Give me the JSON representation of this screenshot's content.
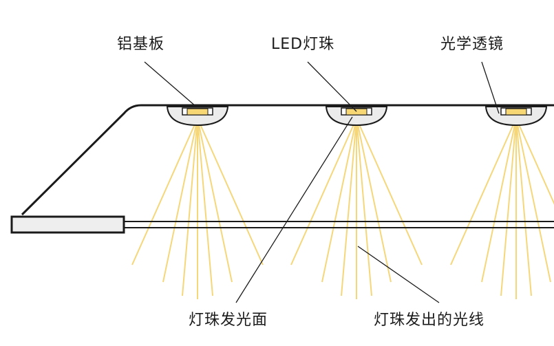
{
  "labels": {
    "aluminum_substrate": "铝基板",
    "led_bead": "LED灯珠",
    "optical_lens": "光学透镜",
    "emitting_surface": "灯珠发光面",
    "emitted_light": "灯珠发出的光线"
  },
  "colors": {
    "outline": "#1a1a1a",
    "light_ray": "#f5d77a",
    "led_chip": "#f7d774",
    "lens_fill": "#ebebeb"
  }
}
